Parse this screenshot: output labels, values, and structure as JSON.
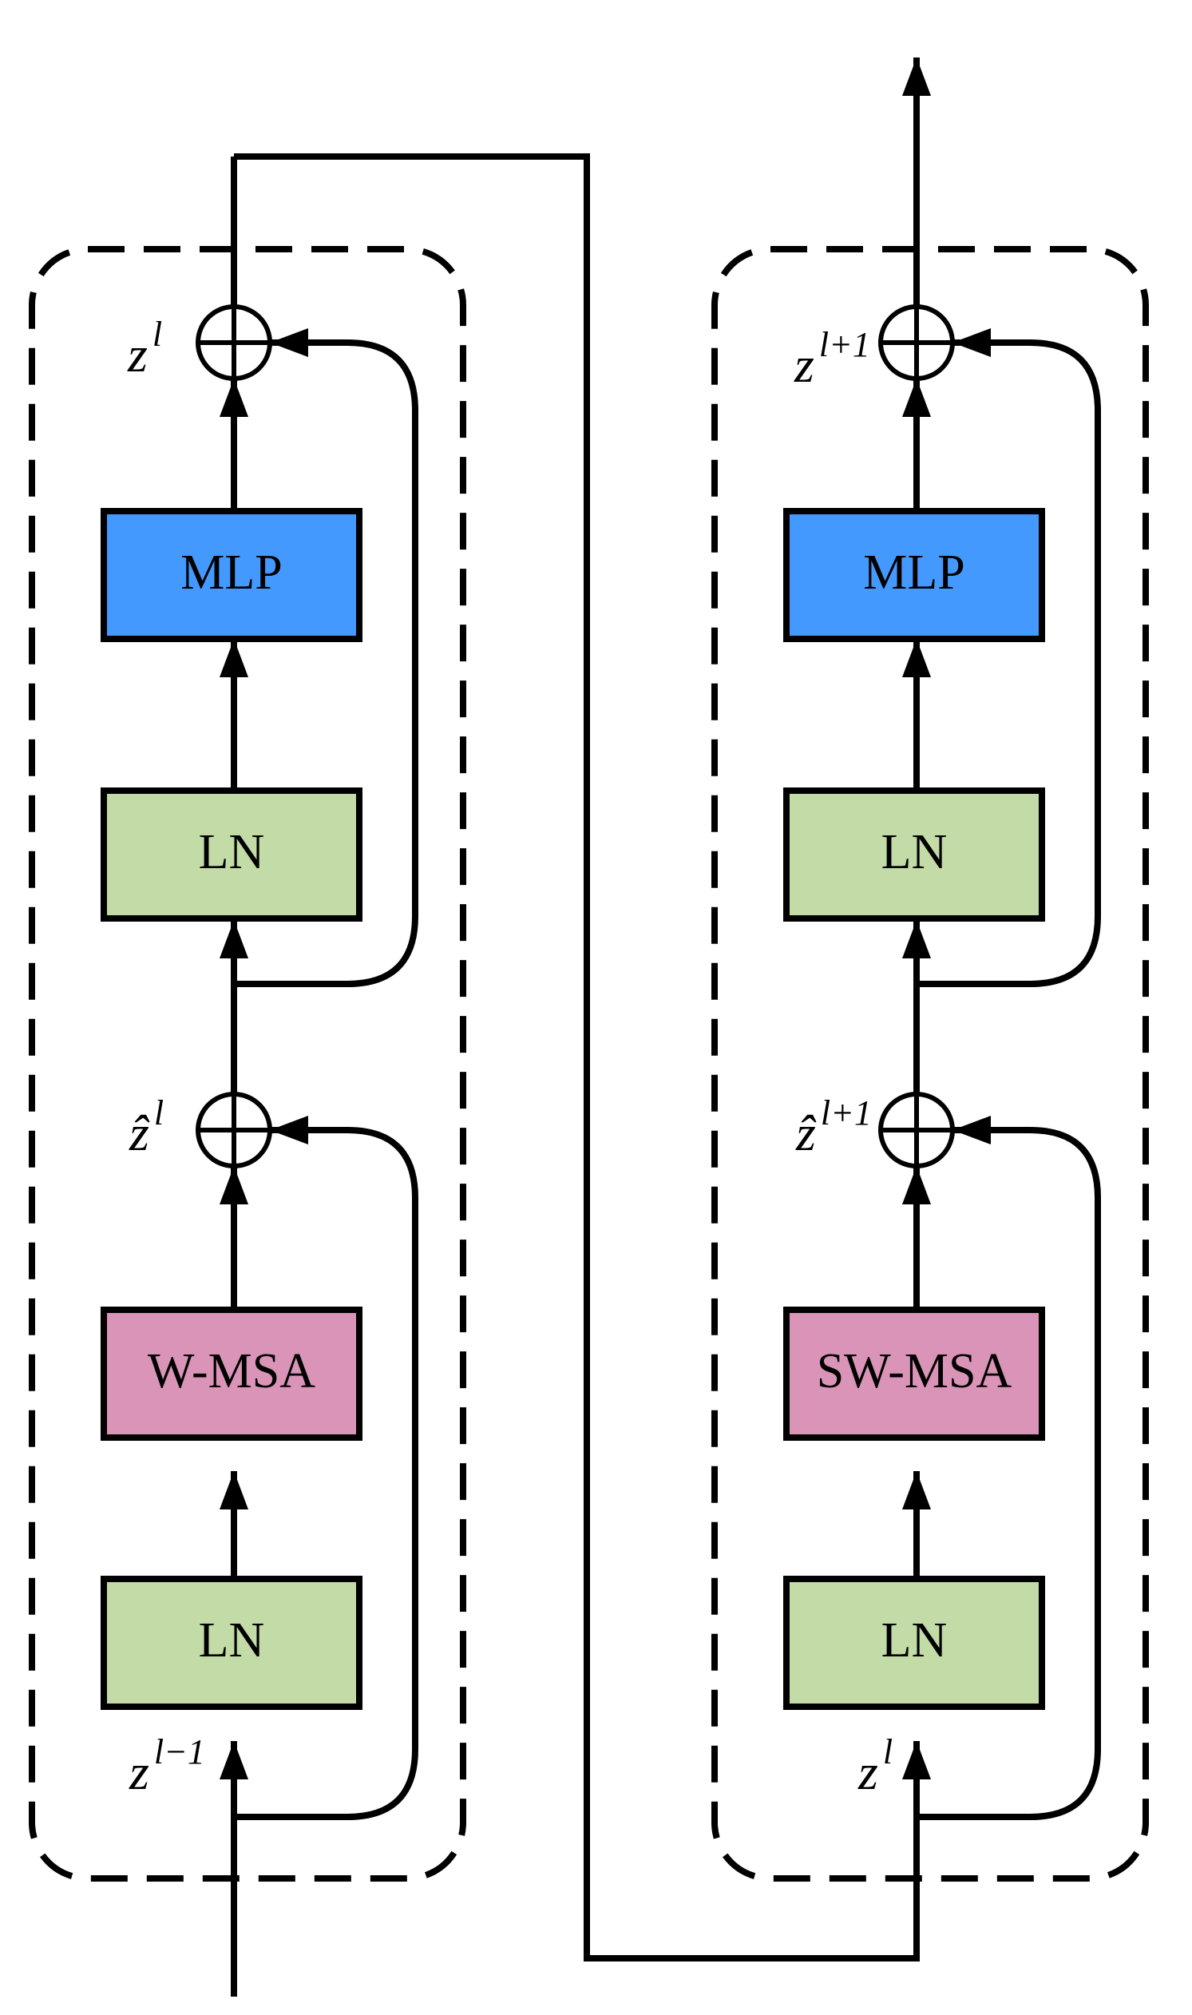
{
  "colors": {
    "mlp": "#4499FF",
    "ln": "#C3DBA6",
    "msa": "#D994B8",
    "stroke": "#000000",
    "background": "#FFFFFF"
  },
  "left_block": {
    "output_sum_label": {
      "base": "z",
      "sup": "l"
    },
    "mlp_label": "MLP",
    "ln2_label": "LN",
    "mid_sum_label": {
      "base": "ẑ",
      "sup": "l"
    },
    "msa_label": "W-MSA",
    "ln1_label": "LN",
    "input_label": {
      "base": "z",
      "sup": "l−1"
    }
  },
  "right_block": {
    "output_sum_label": {
      "base": "z",
      "sup": "l+1"
    },
    "mlp_label": "MLP",
    "ln2_label": "LN",
    "mid_sum_label": {
      "base": "ẑ",
      "sup": "l+1"
    },
    "msa_label": "SW-MSA",
    "ln1_label": "LN",
    "input_label": {
      "base": "z",
      "sup": "l"
    }
  }
}
